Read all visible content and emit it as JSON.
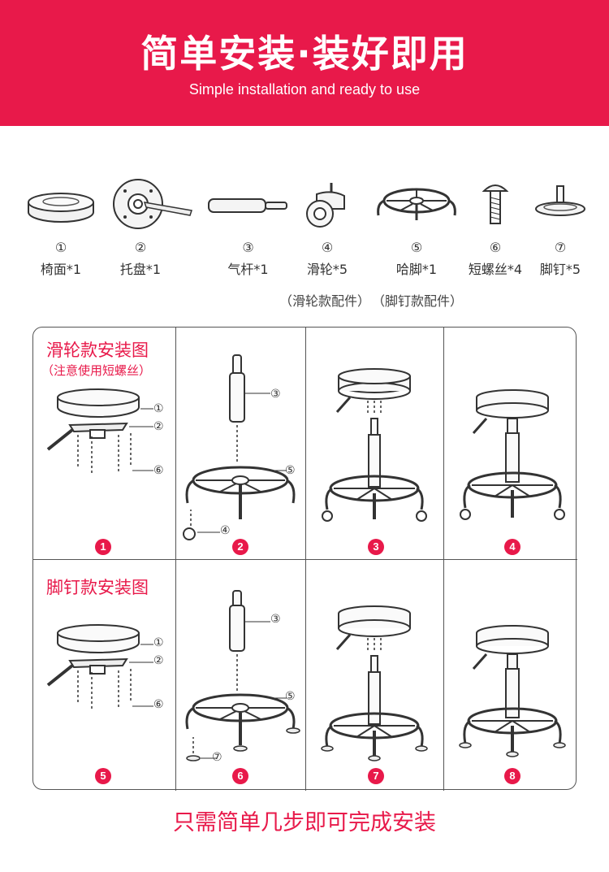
{
  "header": {
    "title": "简单安装·装好即用",
    "subtitle": "Simple installation and ready to use"
  },
  "parts": [
    {
      "num": "①",
      "name": "椅面*1",
      "icon": "seat-cushion-icon"
    },
    {
      "num": "②",
      "name": "托盘*1",
      "icon": "tray-mechanism-icon"
    },
    {
      "num": "③",
      "name": "气杆*1",
      "icon": "gas-lift-icon"
    },
    {
      "num": "④",
      "name": "滑轮*5",
      "icon": "caster-wheel-icon"
    },
    {
      "num": "⑤",
      "name": "哈脚*1",
      "icon": "base-ring-icon"
    },
    {
      "num": "⑥",
      "name": "短螺丝*4",
      "icon": "screw-icon"
    },
    {
      "num": "⑦",
      "name": "脚钉*5",
      "icon": "glide-foot-icon"
    }
  ],
  "variant_labels": {
    "caster": "（滑轮款配件）",
    "glide": "（脚钉款配件）"
  },
  "sections": {
    "caster": {
      "title": "滑轮款安装图",
      "note": "（注意使用短螺丝）"
    },
    "glide": {
      "title": "脚钉款安装图"
    }
  },
  "callouts": {
    "c1": "①",
    "c2": "②",
    "c3": "③",
    "c4": "④",
    "c5": "⑤",
    "c6": "⑥",
    "c7": "⑦"
  },
  "steps": [
    "1",
    "2",
    "3",
    "4",
    "5",
    "6",
    "7",
    "8"
  ],
  "footer": {
    "text": "只需简单几步即可完成安装"
  },
  "colors": {
    "accent": "#e8194a",
    "line": "#333333"
  }
}
